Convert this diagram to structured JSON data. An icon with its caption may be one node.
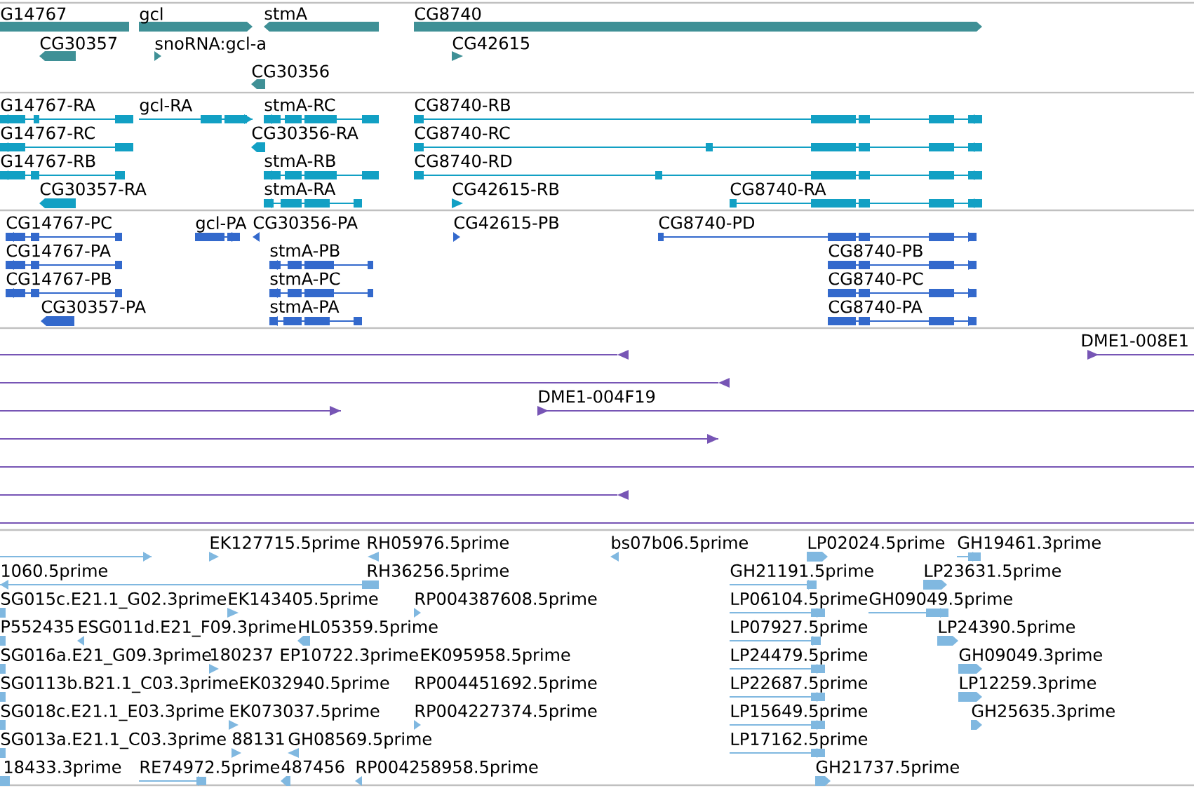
{
  "diagram": {
    "labels": [
      "G14767",
      "gcl",
      "stmA",
      "CG8740",
      "CG30357",
      "snoRNA:gcl-a",
      "CG42615",
      "CG30356",
      "G14767-RA",
      "gcl-RA",
      "stmA-RC",
      "CG8740-RB",
      "G14767-RC",
      "CG30356-RA",
      "CG8740-RC",
      "G14767-RB",
      "stmA-RB",
      "CG8740-RD",
      "CG30357-RA",
      "stmA-RA",
      "CG42615-RB",
      "CG8740-RA",
      "CG14767-PC",
      "gcl-PA",
      "CG30356-PA",
      "CG42615-PB",
      "CG8740-PD",
      "CG14767-PA",
      "stmA-PB",
      "CG8740-PB",
      "CG14767-PB",
      "stmA-PC",
      "CG8740-PC",
      "CG30357-PA",
      "stmA-PA",
      "CG8740-PA",
      "DME1-008E1",
      "DME1-004F19",
      "EK127715.5prime",
      "RH05976.5prime",
      "bs07b06.5prime",
      "LP02024.5prime",
      "GH19461.3prime",
      "1060.5prime",
      "RH36256.5prime",
      "GH21191.5prime",
      "LP23631.5prime",
      "SG015c.E21.1_G02.3prime",
      "EK143405.5prime",
      "RP004387608.5prime",
      "LP06104.5prime",
      "GH09049.5prime",
      "P552435",
      "ESG011d.E21_F09.3prime",
      "HL05359.5prime",
      "LP07927.5prime",
      "LP24390.5prime",
      "SG016a.E21_G09.3prime",
      "180237",
      "EP10722.3prime",
      "EK095958.5prime",
      "LP24479.5prime",
      "GH09049.3prime",
      "SG0113b.B21.1_C03.3prime",
      "EK032940.5prime",
      "RP004451692.5prime",
      "LP22687.5prime",
      "LP12259.3prime",
      "SG018c.E21.1_E03.3prime",
      "EK073037.5prime",
      "RP004227374.5prime",
      "LP15649.5prime",
      "GH25635.3prime",
      "SG013a.E21.1_C03.3prime",
      "88131",
      "GH08569.5prime",
      "LP17162.5prime",
      "18433.3prime",
      "RE74972.5prime",
      "487456",
      "RP004258958.5prime",
      "GH21737.5prime"
    ]
  }
}
